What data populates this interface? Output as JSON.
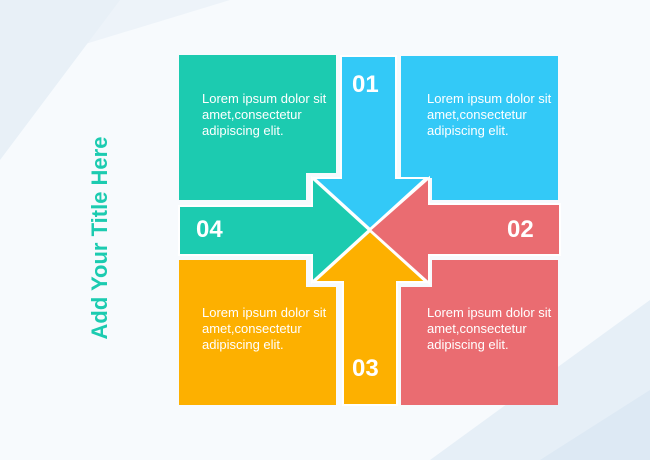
{
  "title": "Add Your Title Here",
  "colors": {
    "teal": "#1ccbb0",
    "blue": "#33c9f7",
    "red": "#ea6c71",
    "yellow": "#fdb000"
  },
  "steps": [
    {
      "number": "01",
      "text": "Lorem ipsum dolor sit amet,consectetur adipiscing elit."
    },
    {
      "number": "02",
      "text": "Lorem ipsum dolor sit amet,consectetur adipiscing elit."
    },
    {
      "number": "03",
      "text": "Lorem ipsum dolor sit amet,consectetur adipiscing elit."
    },
    {
      "number": "04",
      "text": "Lorem ipsum dolor sit amet,consectetur adipiscing elit."
    }
  ]
}
